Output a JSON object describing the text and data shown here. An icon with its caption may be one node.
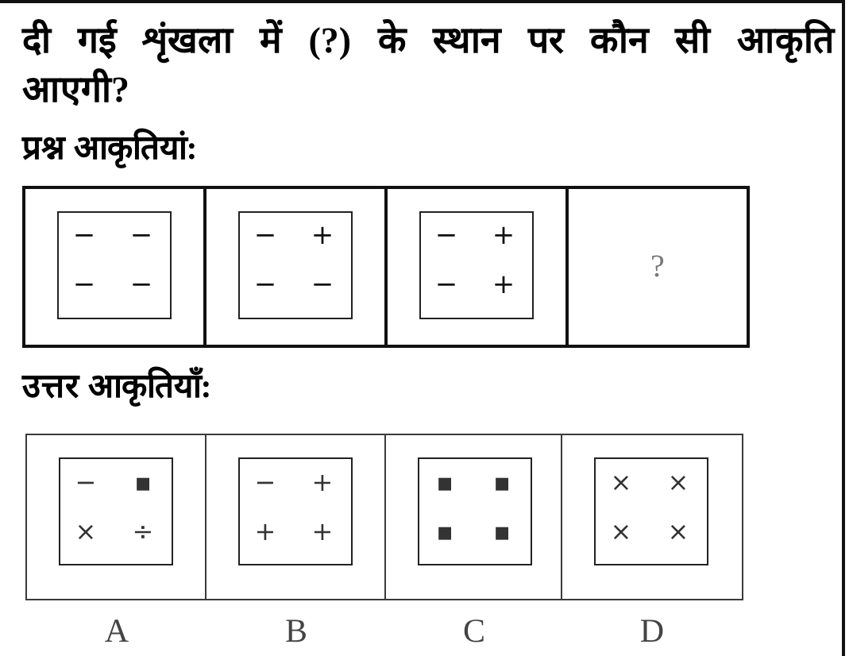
{
  "diagram": {
    "title": "दी गई शृंखला में (?) के स्थान पर कौन सी आकृति आएगी?",
    "nodes": [
      {
        "text": [],
        "shape": "box"
      },
      {
        "text": [
          "−",
          "−",
          "−",
          "−"
        ],
        "in": 0
      },
      {
        "text": [],
        "shape": "box"
      },
      {
        "text": [
          "−",
          "+",
          "−",
          "−"
        ],
        "in": 2
      },
      {
        "text": [],
        "shape": "box"
      },
      {
        "text": [
          "−",
          "+",
          "−",
          "+"
        ],
        "in": 4
      },
      {
        "text": [
          "?"
        ]
      },
      {
        "text": [],
        "shape": "box",
        "beside": [
          "A"
        ]
      },
      {
        "text": [
          "−",
          "▪",
          "×",
          "÷"
        ],
        "in": 7
      },
      {
        "text": [],
        "shape": "box",
        "beside": [
          "B"
        ]
      },
      {
        "text": [
          "−",
          "+",
          "+",
          "+"
        ],
        "in": 9
      },
      {
        "text": [],
        "shape": "box",
        "beside": [
          "C"
        ]
      },
      {
        "text": [
          "▪",
          "▪",
          "▪",
          "▪"
        ],
        "in": 11
      },
      {
        "text": [],
        "shape": "box",
        "beside": [
          "D"
        ]
      },
      {
        "text": [
          "×",
          "×",
          "×",
          "×"
        ],
        "in": 13
      }
    ],
    "labels": [
      "प्रश्न आकृतियां:",
      "उत्तर आकृतियाँ:"
    ]
  }
}
